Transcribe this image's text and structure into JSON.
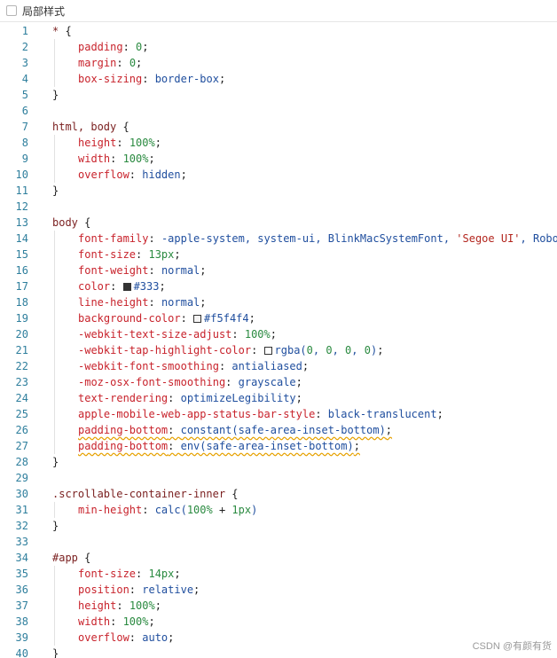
{
  "header": {
    "title": "局部样式"
  },
  "colors": {
    "swatch_333": "#333333",
    "swatch_f5f4f4": "#f5f4f4",
    "swatch_rgba0": "#ffffff"
  },
  "watermark": "CSDN @有颜有货",
  "lines": [
    {
      "n": "1",
      "indent": false,
      "tokens": [
        {
          "t": "* ",
          "c": "sel"
        },
        {
          "t": "{",
          "c": "punc"
        }
      ]
    },
    {
      "n": "2",
      "indent": true,
      "tokens": [
        {
          "t": "padding",
          "c": "prop"
        },
        {
          "t": ": ",
          "c": "punc"
        },
        {
          "t": "0",
          "c": "num"
        },
        {
          "t": ";",
          "c": "punc"
        }
      ]
    },
    {
      "n": "3",
      "indent": true,
      "tokens": [
        {
          "t": "margin",
          "c": "prop"
        },
        {
          "t": ": ",
          "c": "punc"
        },
        {
          "t": "0",
          "c": "num"
        },
        {
          "t": ";",
          "c": "punc"
        }
      ]
    },
    {
      "n": "4",
      "indent": true,
      "tokens": [
        {
          "t": "box-sizing",
          "c": "prop"
        },
        {
          "t": ": ",
          "c": "punc"
        },
        {
          "t": "border-box",
          "c": "val"
        },
        {
          "t": ";",
          "c": "punc"
        }
      ]
    },
    {
      "n": "5",
      "indent": false,
      "tokens": [
        {
          "t": "}",
          "c": "punc"
        }
      ]
    },
    {
      "n": "6",
      "indent": false,
      "tokens": []
    },
    {
      "n": "7",
      "indent": false,
      "tokens": [
        {
          "t": "html, body ",
          "c": "sel"
        },
        {
          "t": "{",
          "c": "punc"
        }
      ]
    },
    {
      "n": "8",
      "indent": true,
      "tokens": [
        {
          "t": "height",
          "c": "prop"
        },
        {
          "t": ": ",
          "c": "punc"
        },
        {
          "t": "100%",
          "c": "num"
        },
        {
          "t": ";",
          "c": "punc"
        }
      ]
    },
    {
      "n": "9",
      "indent": true,
      "tokens": [
        {
          "t": "width",
          "c": "prop"
        },
        {
          "t": ": ",
          "c": "punc"
        },
        {
          "t": "100%",
          "c": "num"
        },
        {
          "t": ";",
          "c": "punc"
        }
      ]
    },
    {
      "n": "10",
      "indent": true,
      "tokens": [
        {
          "t": "overflow",
          "c": "prop"
        },
        {
          "t": ": ",
          "c": "punc"
        },
        {
          "t": "hidden",
          "c": "val"
        },
        {
          "t": ";",
          "c": "punc"
        }
      ]
    },
    {
      "n": "11",
      "indent": false,
      "tokens": [
        {
          "t": "}",
          "c": "punc"
        }
      ]
    },
    {
      "n": "12",
      "indent": false,
      "tokens": []
    },
    {
      "n": "13",
      "indent": false,
      "tokens": [
        {
          "t": "body ",
          "c": "sel"
        },
        {
          "t": "{",
          "c": "punc"
        }
      ]
    },
    {
      "n": "14",
      "indent": true,
      "tokens": [
        {
          "t": "font-family",
          "c": "prop"
        },
        {
          "t": ": ",
          "c": "punc"
        },
        {
          "t": "-apple-system, system-ui, BlinkMacSystemFont, ",
          "c": "val"
        },
        {
          "t": "'Segoe UI'",
          "c": "str"
        },
        {
          "t": ", Roboto",
          "c": "val"
        }
      ]
    },
    {
      "n": "15",
      "indent": true,
      "tokens": [
        {
          "t": "font-size",
          "c": "prop"
        },
        {
          "t": ": ",
          "c": "punc"
        },
        {
          "t": "13px",
          "c": "num"
        },
        {
          "t": ";",
          "c": "punc"
        }
      ]
    },
    {
      "n": "16",
      "indent": true,
      "tokens": [
        {
          "t": "font-weight",
          "c": "prop"
        },
        {
          "t": ": ",
          "c": "punc"
        },
        {
          "t": "normal",
          "c": "val"
        },
        {
          "t": ";",
          "c": "punc"
        }
      ]
    },
    {
      "n": "17",
      "indent": true,
      "tokens": [
        {
          "t": "color",
          "c": "prop"
        },
        {
          "t": ": ",
          "c": "punc"
        },
        {
          "t": "",
          "c": "swatch",
          "color": "#333333"
        },
        {
          "t": "#333",
          "c": "val"
        },
        {
          "t": ";",
          "c": "punc"
        }
      ]
    },
    {
      "n": "18",
      "indent": true,
      "tokens": [
        {
          "t": "line-height",
          "c": "prop"
        },
        {
          "t": ": ",
          "c": "punc"
        },
        {
          "t": "normal",
          "c": "val"
        },
        {
          "t": ";",
          "c": "punc"
        }
      ]
    },
    {
      "n": "19",
      "indent": true,
      "tokens": [
        {
          "t": "background-color",
          "c": "prop"
        },
        {
          "t": ": ",
          "c": "punc"
        },
        {
          "t": "",
          "c": "swatch",
          "color": "#f5f4f4"
        },
        {
          "t": "#f5f4f4",
          "c": "val"
        },
        {
          "t": ";",
          "c": "punc"
        }
      ]
    },
    {
      "n": "20",
      "indent": true,
      "tokens": [
        {
          "t": "-webkit-text-size-adjust",
          "c": "prop"
        },
        {
          "t": ": ",
          "c": "punc"
        },
        {
          "t": "100%",
          "c": "num"
        },
        {
          "t": ";",
          "c": "punc"
        }
      ]
    },
    {
      "n": "21",
      "indent": true,
      "tokens": [
        {
          "t": "-webkit-tap-highlight-color",
          "c": "prop"
        },
        {
          "t": ": ",
          "c": "punc"
        },
        {
          "t": "",
          "c": "swatch",
          "color": "#ffffff"
        },
        {
          "t": "rgba(",
          "c": "val"
        },
        {
          "t": "0",
          "c": "num"
        },
        {
          "t": ", ",
          "c": "val"
        },
        {
          "t": "0",
          "c": "num"
        },
        {
          "t": ", ",
          "c": "val"
        },
        {
          "t": "0",
          "c": "num"
        },
        {
          "t": ", ",
          "c": "val"
        },
        {
          "t": "0",
          "c": "num"
        },
        {
          "t": ")",
          "c": "val"
        },
        {
          "t": ";",
          "c": "punc"
        }
      ]
    },
    {
      "n": "22",
      "indent": true,
      "tokens": [
        {
          "t": "-webkit-font-smoothing",
          "c": "prop"
        },
        {
          "t": ": ",
          "c": "punc"
        },
        {
          "t": "antialiased",
          "c": "val"
        },
        {
          "t": ";",
          "c": "punc"
        }
      ]
    },
    {
      "n": "23",
      "indent": true,
      "tokens": [
        {
          "t": "-moz-osx-font-smoothing",
          "c": "prop"
        },
        {
          "t": ": ",
          "c": "punc"
        },
        {
          "t": "grayscale",
          "c": "val"
        },
        {
          "t": ";",
          "c": "punc"
        }
      ]
    },
    {
      "n": "24",
      "indent": true,
      "tokens": [
        {
          "t": "text-rendering",
          "c": "prop"
        },
        {
          "t": ": ",
          "c": "punc"
        },
        {
          "t": "optimizeLegibility",
          "c": "val"
        },
        {
          "t": ";",
          "c": "punc"
        }
      ]
    },
    {
      "n": "25",
      "indent": true,
      "tokens": [
        {
          "t": "apple-mobile-web-app-status-bar-style",
          "c": "prop"
        },
        {
          "t": ": ",
          "c": "punc"
        },
        {
          "t": "black-translucent",
          "c": "val"
        },
        {
          "t": ";",
          "c": "punc"
        }
      ]
    },
    {
      "n": "26",
      "indent": true,
      "warn": true,
      "tokens": [
        {
          "t": "padding-bottom",
          "c": "prop"
        },
        {
          "t": ": ",
          "c": "punc"
        },
        {
          "t": "constant(safe-area-inset-bottom)",
          "c": "val"
        },
        {
          "t": ";",
          "c": "punc"
        }
      ]
    },
    {
      "n": "27",
      "indent": true,
      "warn": true,
      "tokens": [
        {
          "t": "padding-bottom",
          "c": "prop"
        },
        {
          "t": ": ",
          "c": "punc"
        },
        {
          "t": "env(safe-area-inset-bottom)",
          "c": "val"
        },
        {
          "t": ";",
          "c": "punc"
        }
      ]
    },
    {
      "n": "28",
      "indent": false,
      "tokens": [
        {
          "t": "}",
          "c": "punc"
        }
      ]
    },
    {
      "n": "29",
      "indent": false,
      "tokens": []
    },
    {
      "n": "30",
      "indent": false,
      "tokens": [
        {
          "t": ".scrollable-container-inner ",
          "c": "sel"
        },
        {
          "t": "{",
          "c": "punc"
        }
      ]
    },
    {
      "n": "31",
      "indent": true,
      "tokens": [
        {
          "t": "min-height",
          "c": "prop"
        },
        {
          "t": ": ",
          "c": "punc"
        },
        {
          "t": "calc(",
          "c": "val"
        },
        {
          "t": "100%",
          "c": "num"
        },
        {
          "t": " + ",
          "c": "plain"
        },
        {
          "t": "1px",
          "c": "num"
        },
        {
          "t": ")",
          "c": "val"
        }
      ]
    },
    {
      "n": "32",
      "indent": false,
      "tokens": [
        {
          "t": "}",
          "c": "punc"
        }
      ]
    },
    {
      "n": "33",
      "indent": false,
      "tokens": []
    },
    {
      "n": "34",
      "indent": false,
      "tokens": [
        {
          "t": "#app ",
          "c": "sel"
        },
        {
          "t": "{",
          "c": "punc"
        }
      ]
    },
    {
      "n": "35",
      "indent": true,
      "tokens": [
        {
          "t": "font-size",
          "c": "prop"
        },
        {
          "t": ": ",
          "c": "punc"
        },
        {
          "t": "14px",
          "c": "num"
        },
        {
          "t": ";",
          "c": "punc"
        }
      ]
    },
    {
      "n": "36",
      "indent": true,
      "tokens": [
        {
          "t": "position",
          "c": "prop"
        },
        {
          "t": ": ",
          "c": "punc"
        },
        {
          "t": "relative",
          "c": "val"
        },
        {
          "t": ";",
          "c": "punc"
        }
      ]
    },
    {
      "n": "37",
      "indent": true,
      "tokens": [
        {
          "t": "height",
          "c": "prop"
        },
        {
          "t": ": ",
          "c": "punc"
        },
        {
          "t": "100%",
          "c": "num"
        },
        {
          "t": ";",
          "c": "punc"
        }
      ]
    },
    {
      "n": "38",
      "indent": true,
      "tokens": [
        {
          "t": "width",
          "c": "prop"
        },
        {
          "t": ": ",
          "c": "punc"
        },
        {
          "t": "100%",
          "c": "num"
        },
        {
          "t": ";",
          "c": "punc"
        }
      ]
    },
    {
      "n": "39",
      "indent": true,
      "tokens": [
        {
          "t": "overflow",
          "c": "prop"
        },
        {
          "t": ": ",
          "c": "punc"
        },
        {
          "t": "auto",
          "c": "val"
        },
        {
          "t": ";",
          "c": "punc"
        }
      ]
    },
    {
      "n": "40",
      "indent": false,
      "tokens": [
        {
          "t": "}",
          "c": "punc"
        }
      ]
    }
  ]
}
